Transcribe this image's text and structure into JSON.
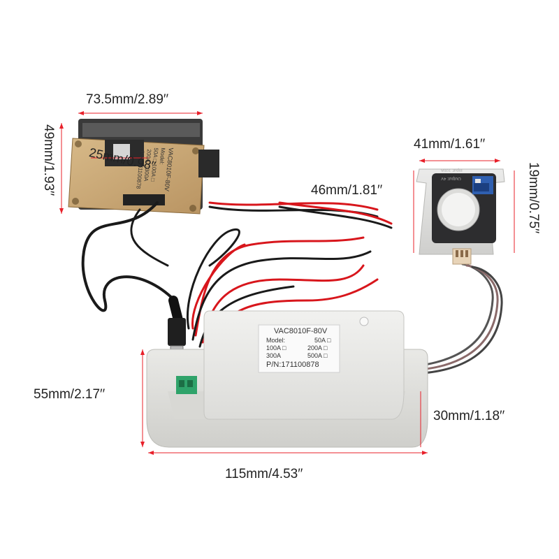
{
  "dimensions": {
    "display_width": "73.5mm/2.89′′",
    "display_height": "49mm/1.93′′",
    "display_inner": "25mm/0.98′′",
    "sensor_width": "41mm/1.61′′",
    "sensor_height": "46mm/1.81′′",
    "sensor_depth": "19mm/0.75′′",
    "box_width": "115mm/4.53′′",
    "box_height": "55mm/2.17′′",
    "box_depth": "30mm/1.18′′"
  },
  "box_label": {
    "model_line": "VAC8010F-80V",
    "model_key": "Model:",
    "opt_50": "50A □",
    "opt_100": "100A □",
    "opt_200": "200A □",
    "opt_300": "300A",
    "opt_500": "500A □",
    "pn": "P/N:171100878"
  },
  "pcb_label": {
    "model_line": "VAC8010F-80V",
    "model_key": "Model:",
    "row1": "50A □  100A □",
    "row2": "200A □  300A",
    "pn": "P/N:171100878"
  },
  "sensor_label": {
    "line1": "Input: 100A",
    "line2": "Output: 4V"
  },
  "colors": {
    "dimension_line": "#e8202a",
    "wire_red": "#d8161c",
    "wire_black": "#1a1a1a",
    "enclosure": "#e6e6e4",
    "pcb": "#c9a873"
  }
}
